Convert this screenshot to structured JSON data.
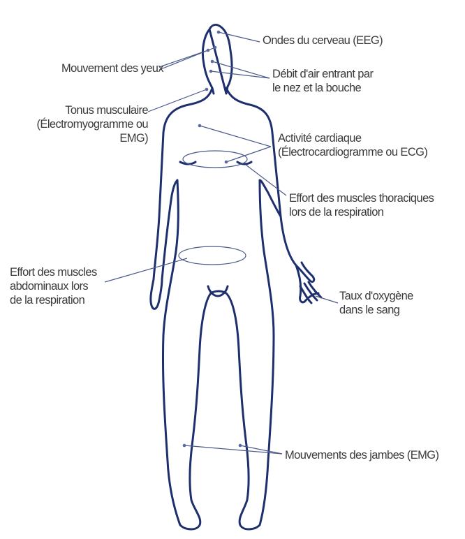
{
  "colors": {
    "body_outline": "#1e2f6e",
    "leader_line": "#4a5a8a",
    "sensor_dot": "#5a6a9e",
    "label_text": "#3a3a3a",
    "background": "#ffffff"
  },
  "labels": {
    "eeg": {
      "lines": [
        "Ondes du cerveau (EEG)"
      ]
    },
    "eyes": {
      "lines": [
        "Mouvement des yeux"
      ]
    },
    "airflow": {
      "lines": [
        "Débit d'air entrant par",
        "le nez et la bouche"
      ]
    },
    "muscle_tone": {
      "lines": [
        "Tonus musculaire",
        "(Électromyogramme ou",
        "EMG)"
      ]
    },
    "heart": {
      "lines": [
        "Activité cardiaque",
        "(Électrocardiogramme ou ECG)"
      ]
    },
    "thoracic": {
      "lines": [
        "Effort des muscles thoraciques",
        "lors de la respiration"
      ]
    },
    "abdominal": {
      "lines": [
        "Effort des muscles",
        "abdominaux lors",
        "de la respiration"
      ]
    },
    "oxygen": {
      "lines": [
        "Taux d'oxygène",
        "dans le sang"
      ]
    },
    "legs": {
      "lines": [
        "Mouvements des jambes (EMG)"
      ]
    }
  }
}
